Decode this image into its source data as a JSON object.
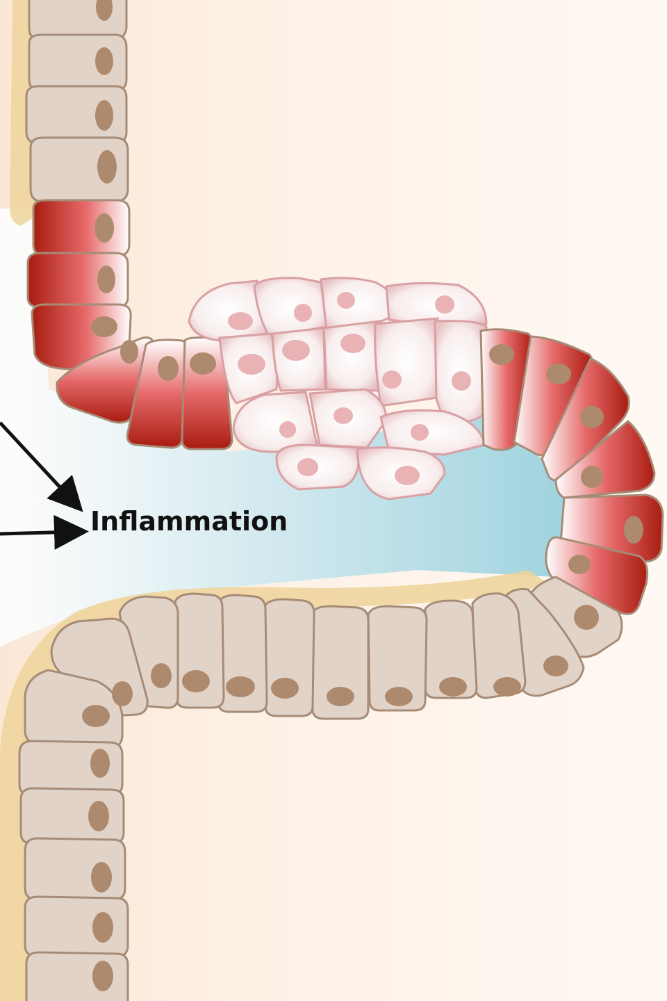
{
  "diagram": {
    "label": "Inflammation",
    "colors": {
      "tissue_background": "#fdf1e6",
      "lumen": "#a9d6e0",
      "basement_membrane": "#efd49a",
      "normal_cell_fill": "#e2d3c8",
      "normal_cell_outline": "#a68b77",
      "nucleus": "#ad8a6e",
      "inflamed_cell": "#a81c10",
      "abnormal_cell_fill": "#f7ecec",
      "abnormal_cell_outline": "#d9a0a4",
      "abnormal_nucleus": "#e9b2b4",
      "arrow": "#111111"
    },
    "arrows": [
      "arrow-from-upper-left",
      "arrow-from-left"
    ]
  }
}
